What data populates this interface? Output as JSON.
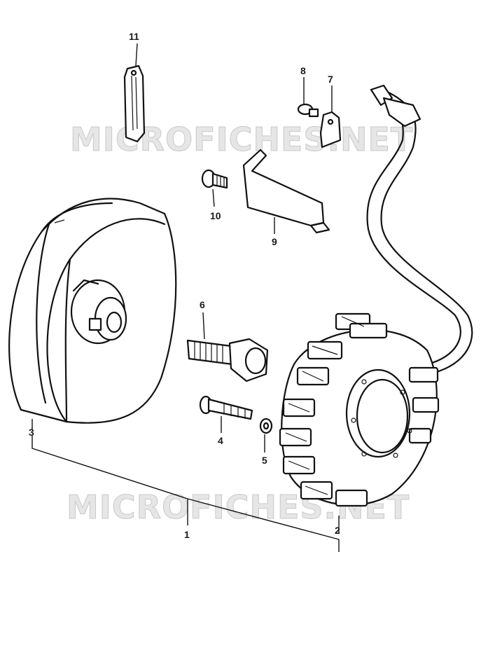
{
  "watermarks": [
    "MICROFICHES.NET",
    "MICROFICHES.NET"
  ],
  "callouts": {
    "p1": "1",
    "p2": "2",
    "p3": "3",
    "p4": "4",
    "p5": "5",
    "p6": "6",
    "p7": "7",
    "p8": "8",
    "p9": "9",
    "p10": "10",
    "p11": "11"
  }
}
